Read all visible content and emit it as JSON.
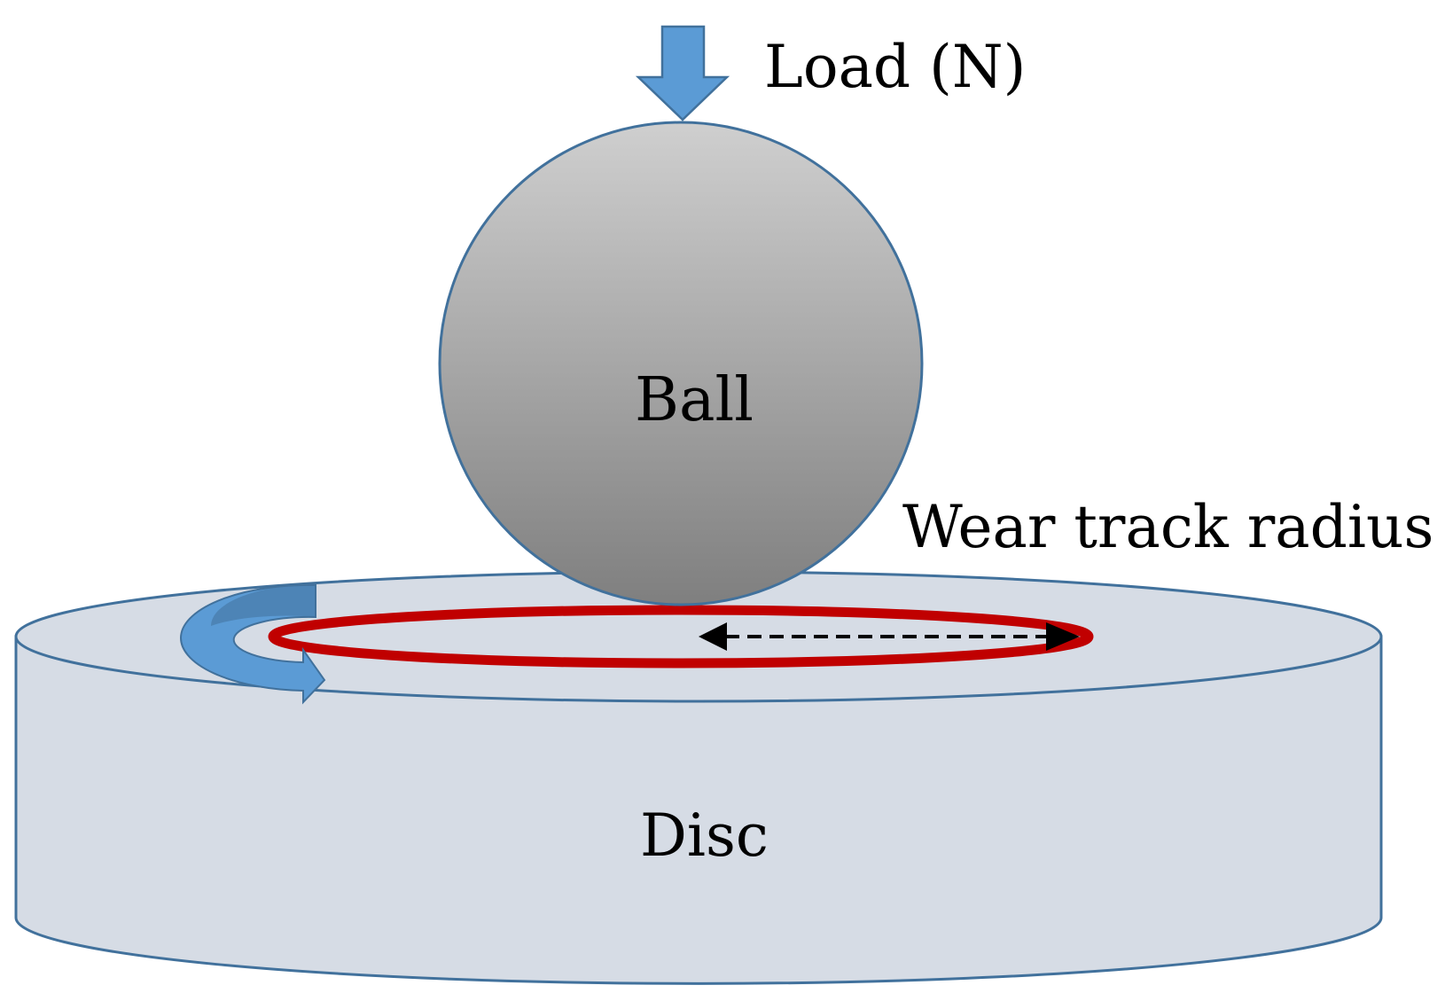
{
  "labels": {
    "load": "Load (N)",
    "ball": "Ball",
    "wear_track_radius": "Wear track radius",
    "disc": "Disc"
  },
  "colors": {
    "arrow_fill": "#5b9bd5",
    "arrow_stroke": "#41719c",
    "ball_top": "#cfcfcf",
    "ball_bottom": "#7f7f7f",
    "ball_stroke": "#41719c",
    "disc_fill": "#d6dce5",
    "disc_stroke": "#41719c",
    "wear_track": "#c00000",
    "radius_arrow": "#000000"
  },
  "icons": {
    "load_arrow": "down-arrow-icon",
    "rotation_arrow": "curved-rotation-arrow-icon",
    "radius_arrow": "double-headed-dashed-arrow-icon"
  }
}
